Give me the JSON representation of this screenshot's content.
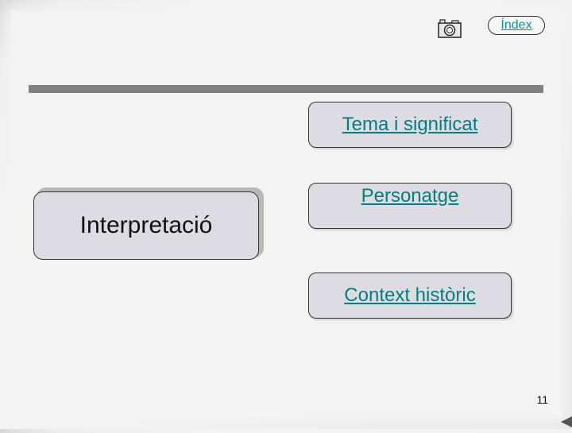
{
  "toolbar": {
    "camera_icon": "camera-icon",
    "index_label": "Índex"
  },
  "main": {
    "center_label": "Interpretació",
    "topics": [
      {
        "label": "Tema i significat"
      },
      {
        "label": "Personatge"
      },
      {
        "label": "Context històric"
      }
    ]
  },
  "footer": {
    "page_number": "11",
    "prev_icon": "triangle-left-icon"
  },
  "colors": {
    "link": "#008080",
    "box_fill": "#dcdce2",
    "rule": "#808080"
  }
}
